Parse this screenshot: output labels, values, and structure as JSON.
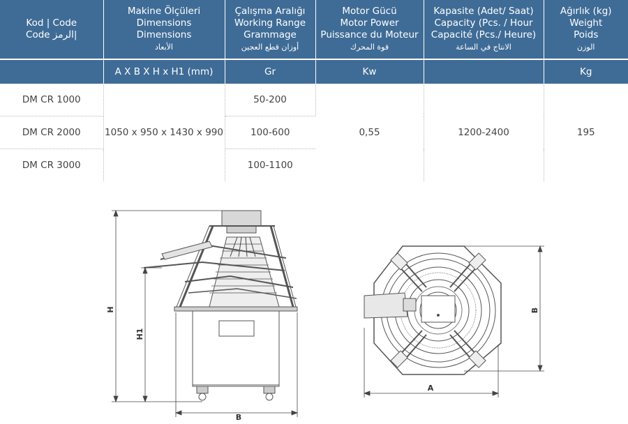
{
  "table": {
    "headers": [
      {
        "lines": [
          "Kod | Code",
          "Code الرمز|"
        ]
      },
      {
        "lines": [
          "Makine Ölçüleri",
          "Dimensions",
          "Dimensions"
        ],
        "arabic": "الأبعاد"
      },
      {
        "lines": [
          "Çalışma Aralığı",
          "Working Range",
          "Grammage"
        ],
        "arabic": "أوزان قطع العجين"
      },
      {
        "lines": [
          "Motor Gücü",
          "Motor Power",
          "Puissance du Moteur"
        ],
        "arabic": "قوة المحرك"
      },
      {
        "lines": [
          "Kapasite (Adet/ Saat)",
          "Capacity (Pcs. / Hour",
          "Capacité (Pcs./ Heure)"
        ],
        "arabic": "الانتاج في الساعة"
      },
      {
        "lines": [
          "Ağırlık (kg)",
          "Weight",
          "Poids"
        ],
        "arabic": "الوزن"
      }
    ],
    "units": [
      "",
      "A X B X H x H1 (mm)",
      "Gr",
      "Kw",
      "",
      "Kg"
    ],
    "rows": [
      {
        "code": "DM CR 1000",
        "range": "50-200"
      },
      {
        "code": "DM CR 2000",
        "range": "100-600"
      },
      {
        "code": "DM CR 3000",
        "range": "100-1100"
      }
    ],
    "dimensions": "1050 x 950 x 1430 x 990",
    "motor_power": "0,55",
    "capacity": "1200-2400",
    "weight": "195"
  },
  "drawing": {
    "front_labels": {
      "h": "H",
      "h1": "H1",
      "b": "B"
    },
    "top_labels": {
      "a": "A",
      "b": "B"
    }
  }
}
